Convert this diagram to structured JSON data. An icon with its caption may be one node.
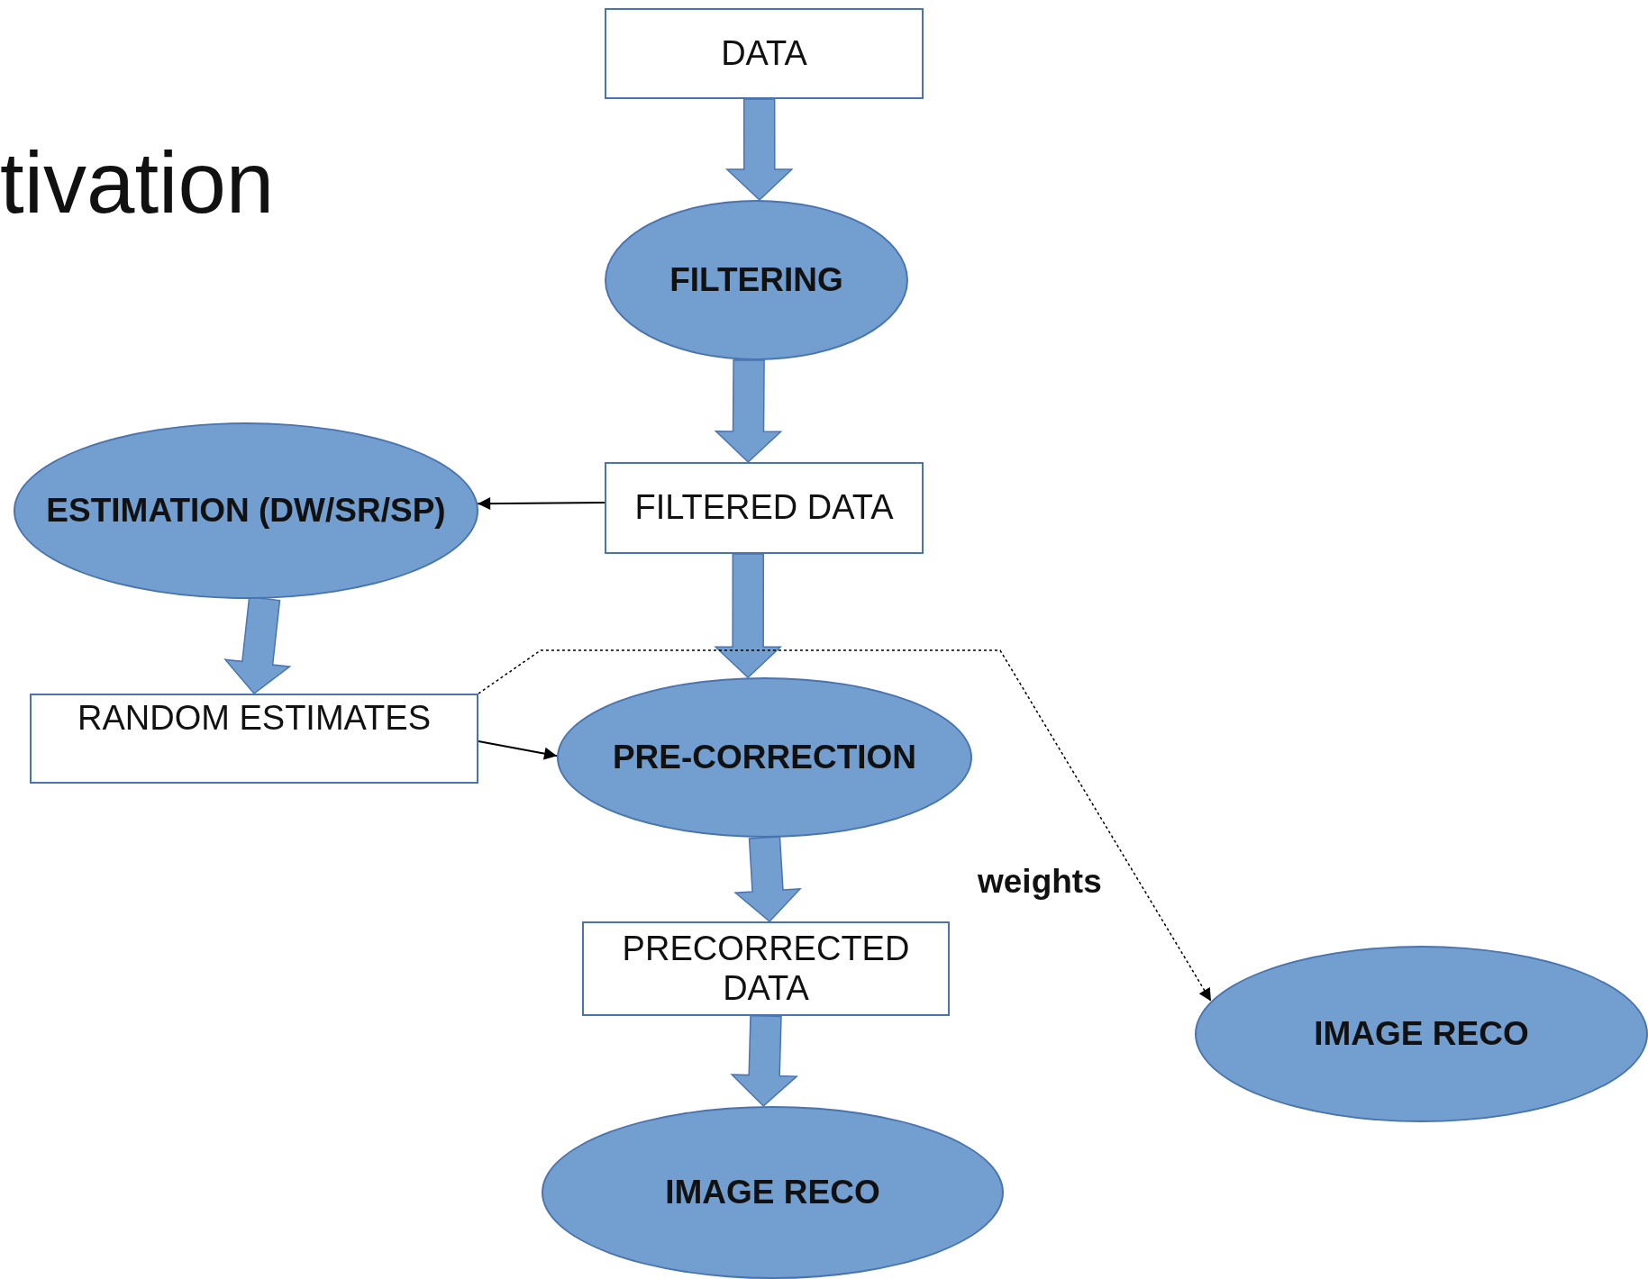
{
  "diagram": {
    "title": "tivation",
    "nodes": [
      {
        "text": [
          "DATA"
        ]
      },
      {
        "text": [
          "FILTERING"
        ]
      },
      {
        "text": [
          "ESTIMATION (DW/SR/SP)"
        ]
      },
      {
        "text": [
          "FILTERED DATA"
        ]
      },
      {
        "text": [
          "RANDOM ESTIMATES"
        ]
      },
      {
        "text": [
          "PRE-CORRECTION"
        ]
      },
      {
        "text": [
          "PRECORRECTED DATA"
        ]
      },
      {
        "text": [
          "IMAGE RECO"
        ]
      },
      {
        "text": [
          "IMAGE RECO"
        ]
      }
    ],
    "edges": [
      {
        "from": 0,
        "to": 1,
        "arrow": "to",
        "style": "thick",
        "color": "#729fcf"
      },
      {
        "from": 1,
        "to": 3,
        "arrow": "to",
        "style": "thick",
        "color": "#729fcf"
      },
      {
        "from": 3,
        "to": 2,
        "arrow": "to"
      },
      {
        "from": 3,
        "to": 5,
        "arrow": "to",
        "style": "thick",
        "color": "#729fcf"
      },
      {
        "from": 2,
        "to": 4,
        "arrow": "to",
        "style": "thick",
        "color": "#729fcf"
      },
      {
        "from": 4,
        "to": 5,
        "arrow": "to"
      },
      {
        "from": 5,
        "to": 6,
        "arrow": "to",
        "style": "thick",
        "color": "#729fcf"
      },
      {
        "from": 6,
        "to": 8,
        "arrow": "to",
        "style": "thick",
        "color": "#729fcf"
      },
      {
        "from": 4,
        "to": 7,
        "arrow": "to",
        "label": "weights",
        "style": "dashed"
      }
    ]
  }
}
